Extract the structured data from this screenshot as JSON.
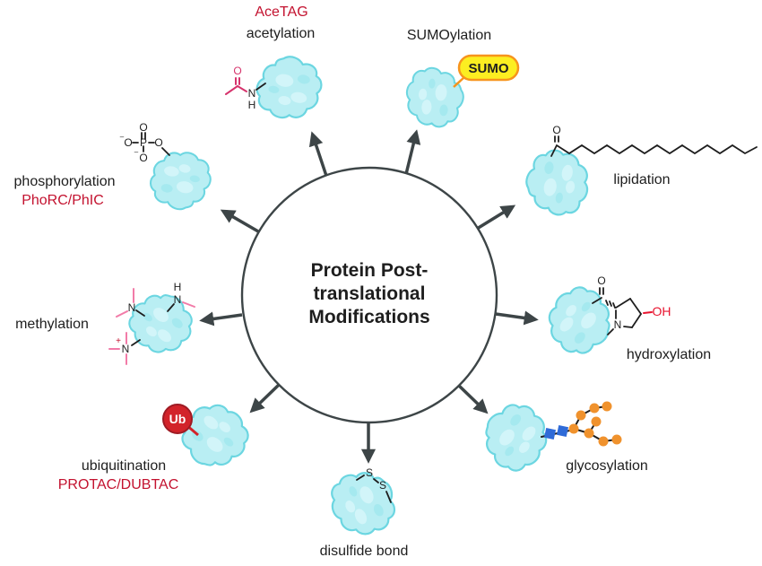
{
  "title": {
    "lines": [
      "Protein Post-",
      "translational",
      "Modifications"
    ]
  },
  "text": {
    "acetag": "AceTAG",
    "acetylation": "acetylation",
    "sumoylation": "SUMOylation",
    "lipidation": "lipidation",
    "hydroxylation": "hydroxylation",
    "glycosylation": "glycosylation",
    "disulfide": "disulfide bond",
    "ubiquitination": "ubiquitination",
    "protac": "PROTAC/DUBTAC",
    "methylation": "methylation",
    "phosphorylation": "phosphorylation",
    "phorc": "PhoRC/PhIC"
  },
  "badges": {
    "sumo": "SUMO",
    "ub": "Ub"
  },
  "atoms": {
    "o": "O",
    "p": "P",
    "n": "N",
    "h": "H",
    "s": "S",
    "oh": "OH",
    "plus": "+",
    "minus": "–"
  },
  "colors": {
    "accent_red_text": "#c3122f",
    "ub_red": "#d2232a",
    "sumo_yellow": "#fcee21",
    "sumo_border": "#f7941d",
    "glycan_orange": "#f0922d",
    "glycan_blue": "#2f6bd8",
    "protein_fill": "#b9eef3",
    "protein_stroke": "#6cd6e1",
    "arrow_gray": "#3d4547",
    "chem_pink": "#d6336c",
    "methyl_pink": "#f27ba8"
  }
}
